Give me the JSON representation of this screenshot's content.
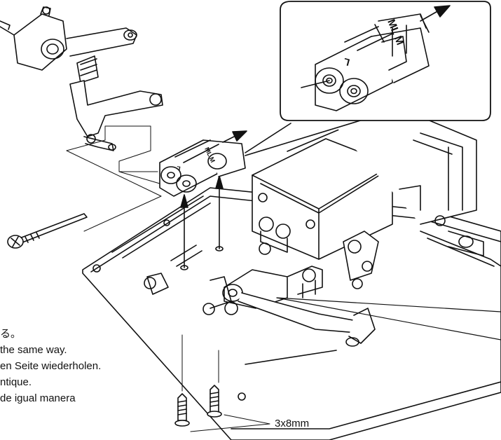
{
  "notes": [
    "る。",
    "the same way.",
    "en Seite wiederholen.",
    "ntique.",
    "de igual manera"
  ],
  "screw_label": "3x8mm",
  "inset_marks": {
    "top_marks": "ML M",
    "front_mark": "L"
  },
  "part_marks": {
    "top_marks": "ML M",
    "front_mark": "L"
  }
}
